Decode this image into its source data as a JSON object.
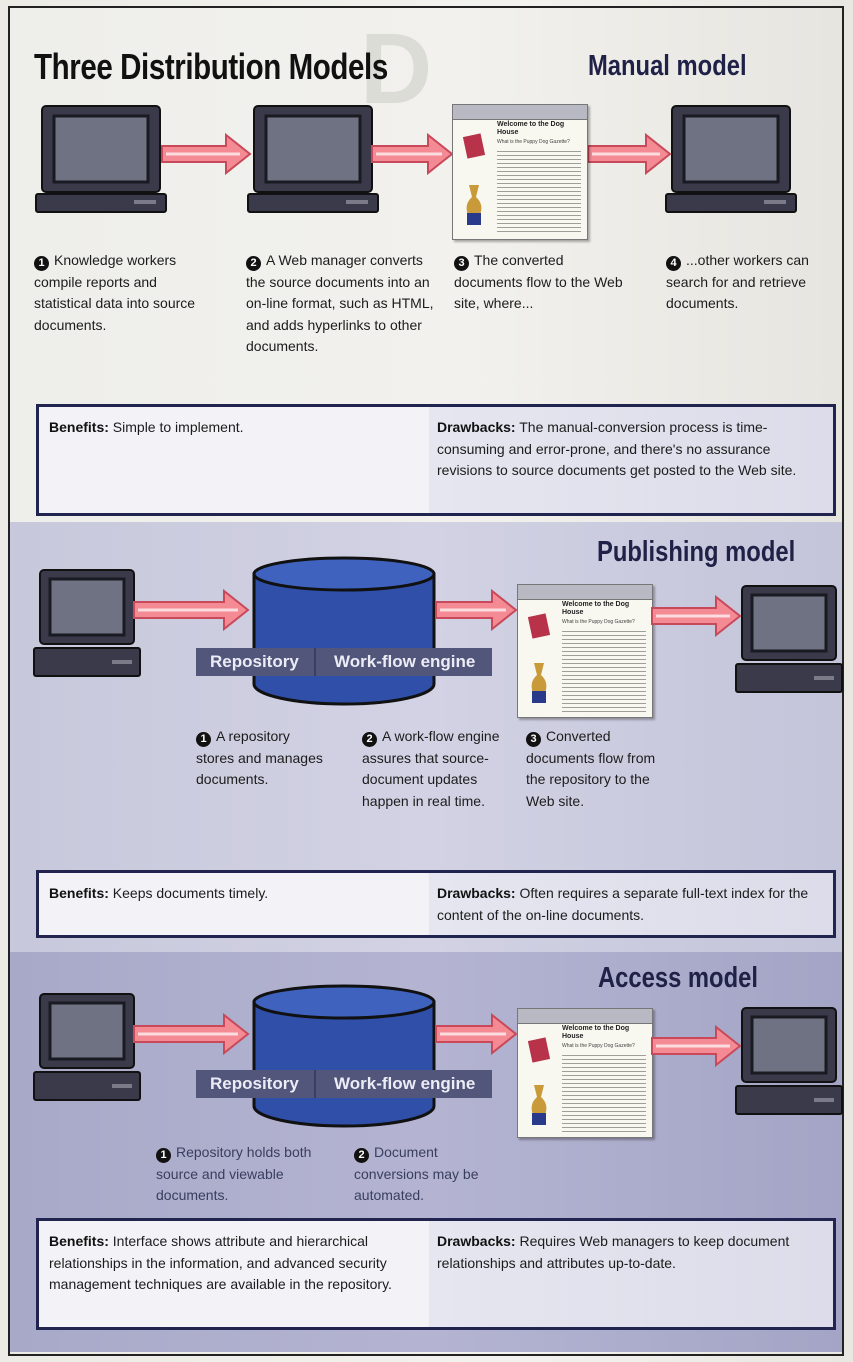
{
  "title": "Three Distribution Models",
  "colors": {
    "frame": "#222222",
    "box_border": "#20244e",
    "arrow": "#f48a94",
    "monitor": "#3a3a4a",
    "db": "#2f4fa8"
  },
  "manual": {
    "heading": "Manual model",
    "steps": [
      {
        "num": "1",
        "text": "Knowledge workers compile reports and statistical data into source documents."
      },
      {
        "num": "2",
        "text": "A Web manager converts the source documents into an on-line format, such as HTML, and adds hyperlinks to other documents."
      },
      {
        "num": "3",
        "text": "The converted documents flow to the Web site, where..."
      },
      {
        "num": "4",
        "text": "...other workers can search for and retrieve documents."
      }
    ],
    "benefits_label": "Benefits:",
    "benefits": "Simple to implement.",
    "drawbacks_label": "Drawbacks:",
    "drawbacks": "The manual-conversion process is time-consuming and error-prone, and there's no assurance revisions to source documents get posted to the Web site."
  },
  "publishing": {
    "heading": "Publishing model",
    "repository": "Repository",
    "engine": "Work-flow engine",
    "steps": [
      {
        "num": "1",
        "text": "A repository stores and manages documents."
      },
      {
        "num": "2",
        "text": "A work-flow engine assures that source-document updates happen in real time."
      },
      {
        "num": "3",
        "text": "Converted documents flow from the repository to the Web site."
      }
    ],
    "benefits_label": "Benefits:",
    "benefits": "Keeps documents timely.",
    "drawbacks_label": "Drawbacks:",
    "drawbacks": "Often requires a separate full-text index for the content of the on-line documents."
  },
  "access": {
    "heading": "Access model",
    "repository": "Repository",
    "engine": "Work-flow engine",
    "steps": [
      {
        "num": "1",
        "text": "Repository holds both source and viewable documents."
      },
      {
        "num": "2",
        "text": "Document conversions may be automated."
      }
    ],
    "benefits_label": "Benefits:",
    "benefits": "Interface shows attribute and hierarchical relationships in the information, and advanced security management techniques are available in the repository.",
    "drawbacks_label": "Drawbacks:",
    "drawbacks": "Requires Web managers to keep document relationships and attributes up-to-date."
  },
  "webpage": {
    "heading": "Welcome to the Dog House",
    "subheading": "What is the Puppy Dog Gazette?"
  }
}
